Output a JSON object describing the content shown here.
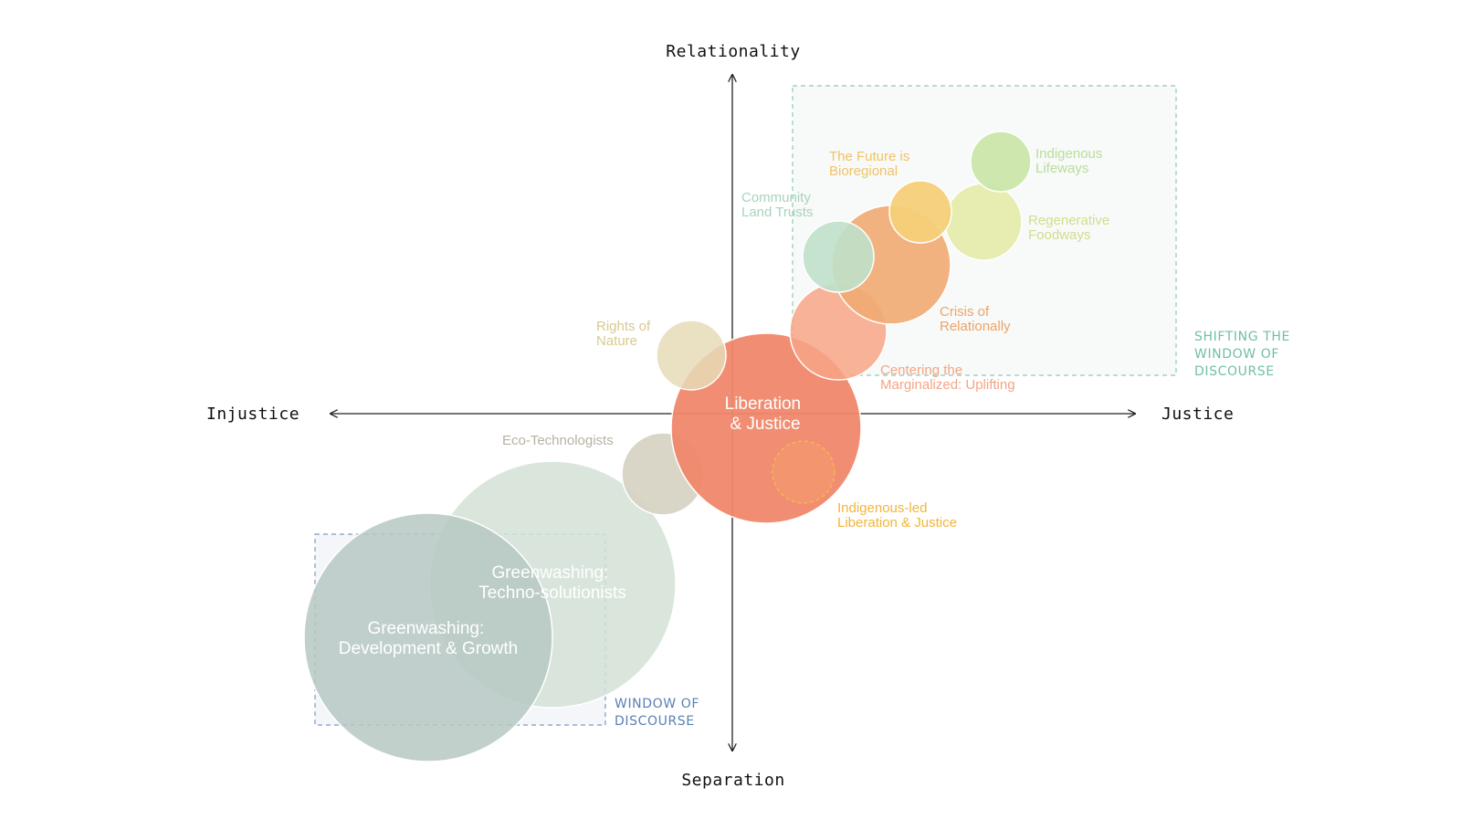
{
  "axes": {
    "top": "Relationality",
    "bottom": "Separation",
    "left": "Injustice",
    "right": "Justice"
  },
  "windows": {
    "shifting": {
      "lines": [
        "SHIFTING THE",
        "WINDOW OF",
        "DISCOURSE"
      ],
      "color": "#6fbfa6"
    },
    "current": {
      "lines": [
        "WINDOW OF",
        "DISCOURSE"
      ],
      "color": "#5a7fb5"
    }
  },
  "bubbles": [
    {
      "id": "greenwashing-techno",
      "lines": [
        "Greenwashing:",
        "Techno-solutionists"
      ],
      "inside": true,
      "color": "#d3e2d6"
    },
    {
      "id": "greenwashing-development",
      "lines": [
        "Greenwashing:",
        "Development & Growth"
      ],
      "inside": true,
      "color": "#b6c8c2"
    },
    {
      "id": "eco-technologists",
      "lines": [
        "Eco-Technologists"
      ],
      "inside": false,
      "color": "#d7d3c4",
      "label_color": "#b9b2a3"
    },
    {
      "id": "rights-of-nature",
      "lines": [
        "Rights of",
        "Nature"
      ],
      "inside": false,
      "color": "#e6dcb7",
      "label_color": "#d8c992"
    },
    {
      "id": "liberation-justice",
      "lines": [
        "Liberation",
        "& Justice"
      ],
      "inside": true,
      "color": "#f0876a"
    },
    {
      "id": "indigenous-led",
      "lines": [
        "Indigenous-led",
        "Liberation & Justice"
      ],
      "inside": false,
      "color": "#f6a96a",
      "label_color": "#f2b53a"
    },
    {
      "id": "centering-marginalized",
      "lines": [
        "Centering the",
        "Marginalized: Uplifting"
      ],
      "inside": false,
      "color": "#f7a587",
      "label_color": "#f3a585"
    },
    {
      "id": "crisis-relationality",
      "lines": [
        "Crisis of",
        "Relationally"
      ],
      "inside": false,
      "color": "#efaa72",
      "label_color": "#eda36a"
    },
    {
      "id": "community-land-trusts",
      "lines": [
        "Community",
        "Land Trusts"
      ],
      "inside": false,
      "color": "#bfe0c9",
      "label_color": "#a9d3bd"
    },
    {
      "id": "future-bioregional",
      "lines": [
        "The Future is",
        "Bioregional"
      ],
      "inside": false,
      "color": "#f6cf78",
      "label_color": "#f1c267"
    },
    {
      "id": "regenerative-foodways",
      "lines": [
        "Regenerative",
        "Foodways"
      ],
      "inside": false,
      "color": "#e4eaa9",
      "label_color": "#d3dc8e"
    },
    {
      "id": "indigenous-lifeways",
      "lines": [
        "Indigenous",
        "Lifeways"
      ],
      "inside": false,
      "color": "#cae6aa",
      "label_color": "#b9dd99"
    }
  ]
}
